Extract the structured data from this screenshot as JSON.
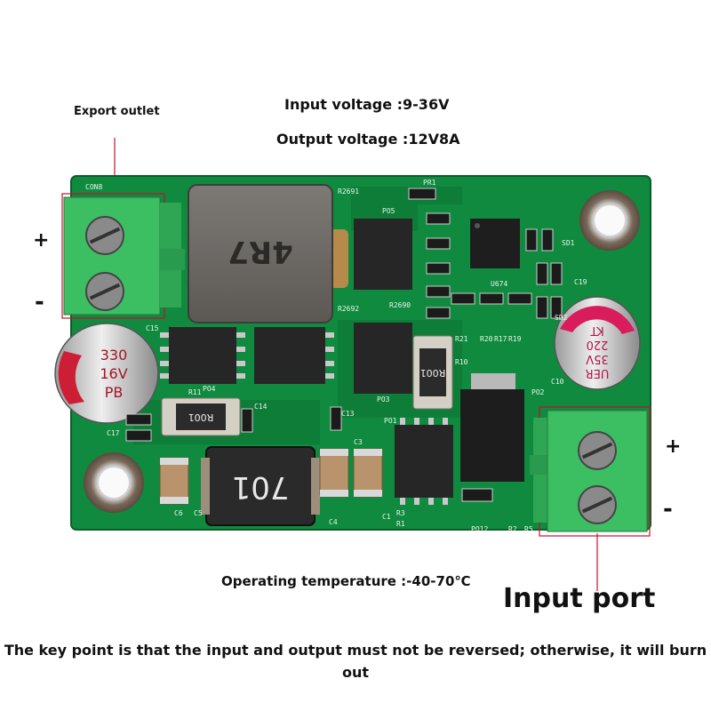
{
  "specs": {
    "input_voltage": "Input voltage :9-36V",
    "output_voltage": "Output voltage :12V8A",
    "operating_temperature": "Operating temperature :-40-70℃"
  },
  "terminals": {
    "output_label": "Export outlet",
    "input_label": "Input port",
    "plus": "+",
    "minus": "-"
  },
  "warning": "The key point is that the input and output must not be reversed; otherwise, it will burn out",
  "components": {
    "inductor_main": "4R7",
    "inductor_small": "701",
    "cap_left_lines": [
      "330",
      "16V",
      "PB"
    ],
    "cap_right_lines": [
      "UER",
      "35V",
      "220",
      "KT"
    ],
    "resistor_a": "R001",
    "resistor_b": "R001"
  },
  "silkscreen": {
    "con8": "CON8",
    "r2691": "R2691",
    "r2690": "R2690",
    "r2692": "R2692",
    "po3": "PO3",
    "po4": "PO4",
    "po2": "PO2",
    "po1": "PO1",
    "po5": "PO5",
    "pr1": "PR1",
    "c15": "C15",
    "c17": "C17",
    "c10": "C10",
    "c14": "C14",
    "c13": "C13",
    "c4": "C4",
    "c3": "C3",
    "c6": "C6",
    "c5": "C5",
    "r11": "R11",
    "r3": "R3",
    "r1": "R1",
    "r5": "R5",
    "r2": "R2",
    "c1": "C1",
    "sd1": "SD1",
    "sd2": "SD2",
    "c19": "C19",
    "r10": "R10",
    "r21": "R21",
    "r20": "R20",
    "u4": "U674",
    "po12": "PO12",
    "r19": "R19",
    "r17": "R17"
  },
  "colors": {
    "pcb": "#0f8a3e",
    "pcb_dark": "#0b6a2f",
    "terminal": "#3bbf62",
    "callout": "#c8102e",
    "cap_left_top": "#cc1f36",
    "cap_right_top": "#d91c5c"
  }
}
